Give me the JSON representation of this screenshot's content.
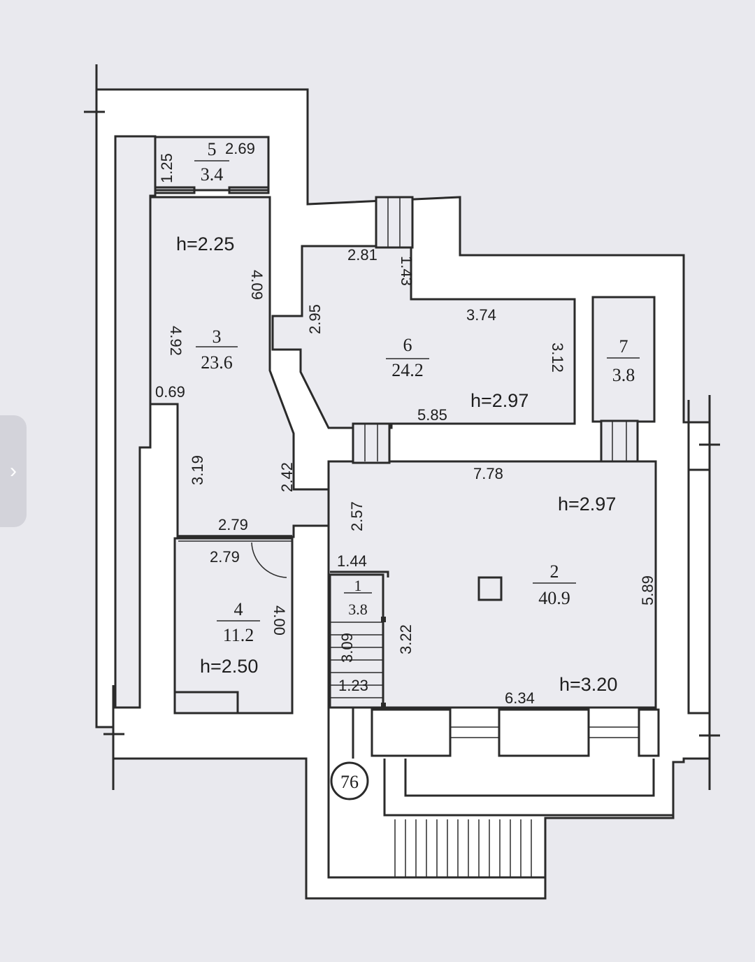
{
  "rooms": [
    {
      "id": "1",
      "num": "1",
      "area": "3.8"
    },
    {
      "id": "2",
      "num": "2",
      "area": "40.9"
    },
    {
      "id": "3",
      "num": "3",
      "area": "23.6"
    },
    {
      "id": "4",
      "num": "4",
      "area": "11.2"
    },
    {
      "id": "5",
      "num": "5",
      "area": "3.4"
    },
    {
      "id": "6",
      "num": "6",
      "area": "24.2"
    },
    {
      "id": "7",
      "num": "7",
      "area": "3.8"
    }
  ],
  "heights": {
    "h3": "h=2.25",
    "h6": "h=2.97",
    "h2a": "h=2.97",
    "h2b": "h=3.20",
    "h4": "h=2.50"
  },
  "dims": {
    "d_125": "1.25",
    "d_269": "2.69",
    "d_492": "4.92",
    "d_409": "4.09",
    "d_069": "0.69",
    "d_319": "3.19",
    "d_242": "2.42",
    "d_281": "2.81",
    "d_143": "1.43",
    "d_295": "2.95",
    "d_374": "3.74",
    "d_312": "3.12",
    "d_585": "5.85",
    "d_778": "7.78",
    "d_257": "2.57",
    "d_279a": "2.79",
    "d_279b": "2.79",
    "d_144": "1.44",
    "d_400": "4.00",
    "d_309": "3.09",
    "d_322": "3.22",
    "d_123": "1.23",
    "d_634": "6.34",
    "d_589": "5.89"
  },
  "building_number": "76",
  "side_tab_icon": "chevron-right-icon",
  "side_tab_glyph": "›"
}
